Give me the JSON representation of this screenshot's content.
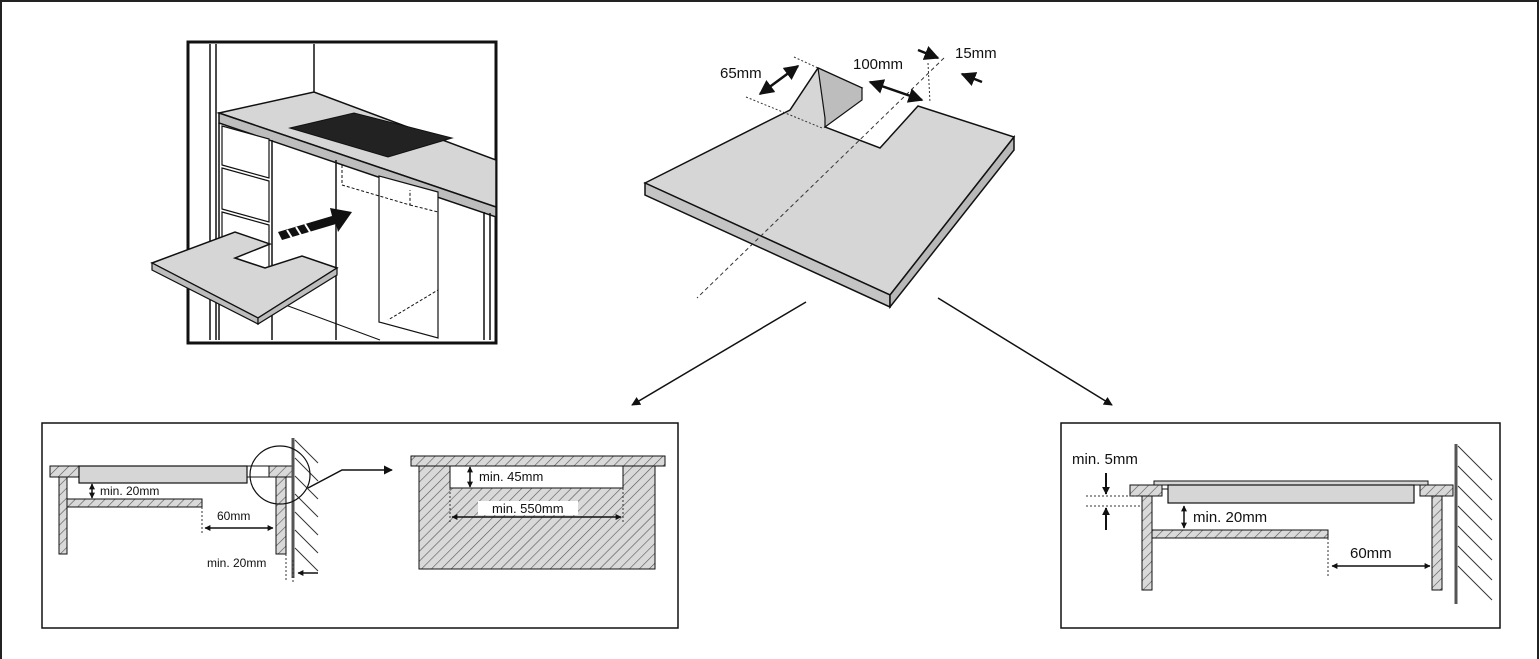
{
  "top_worktop_dimensions": {
    "depth_label": "65mm",
    "width_label": "100mm",
    "offset_label": "15mm"
  },
  "left_section_detail": {
    "gap_label": "min. 20mm",
    "clearance_label": "60mm",
    "wall_gap_label": "min. 20mm"
  },
  "zoom_detail": {
    "depth_label": "min. 45mm",
    "width_label": "min. 550mm"
  },
  "right_section_detail": {
    "step_label": "min. 5mm",
    "gap_label": "min. 20mm",
    "clearance_label": "60mm"
  },
  "colors": {
    "worktop_fill": "#d6d6d6",
    "line": "#111111",
    "hatch": "#444444"
  }
}
